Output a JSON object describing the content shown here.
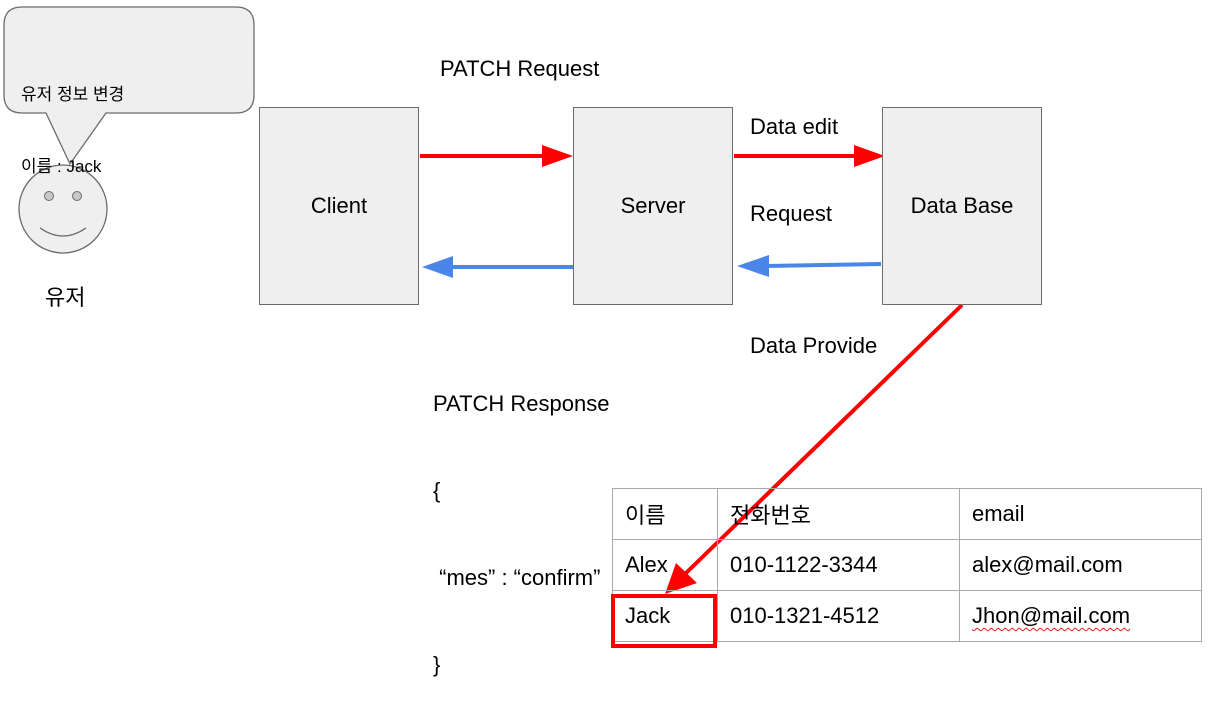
{
  "user": {
    "bubble_line1": "유저 정보 변경",
    "bubble_line2": "이름 : Jack",
    "label": "유저"
  },
  "nodes": {
    "client": "Client",
    "server": "Server",
    "database": "Data Base"
  },
  "labels": {
    "patch_request": "PATCH Request",
    "data_edit_line1": "Data edit",
    "data_edit_line2": "Request",
    "patch_response_line1": "PATCH Response",
    "patch_response_line2": "{",
    "patch_response_line3": " “mes” : “confirm”",
    "patch_response_line4": "}",
    "data_provide": "Data Provide"
  },
  "table": {
    "headers": [
      "이름",
      "전화번호",
      "email"
    ],
    "rows": [
      [
        "Alex",
        "010-1122-3344",
        "alex@mail.com"
      ],
      [
        "Jack",
        "010-1321-4512",
        "Jhon@mail.com"
      ]
    ]
  },
  "colors": {
    "request_arrow": "#ff0000",
    "response_arrow": "#4a86e8",
    "box_fill": "#efefef",
    "highlight": "#ff0000"
  }
}
